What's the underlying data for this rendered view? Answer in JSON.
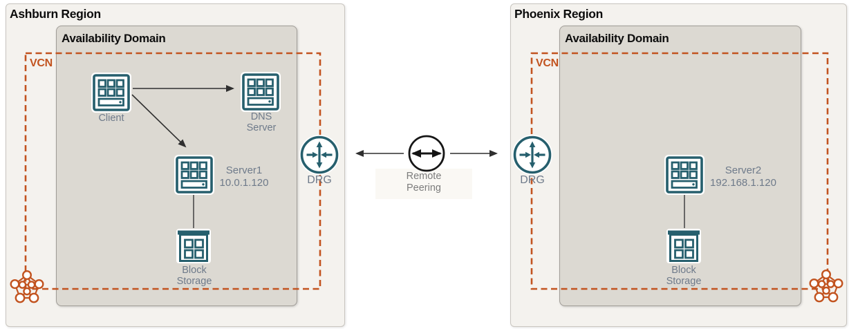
{
  "ashburn": {
    "title": "Ashburn Region",
    "availability_domain": "Availability Domain",
    "vcn": "VCN",
    "drg": "DRG",
    "client_label": "Client",
    "dns_line1": "DNS",
    "dns_line2": "Server",
    "server_name": "Server1",
    "server_ip": "10.0.1.120",
    "block_line1": "Block",
    "block_line2": "Storage"
  },
  "phoenix": {
    "title": "Phoenix Region",
    "availability_domain": "Availability Domain",
    "vcn": "VCN",
    "drg": "DRG",
    "server_name": "Server2",
    "server_ip": "192.168.1.120",
    "block_line1": "Block",
    "block_line2": "Storage"
  },
  "peering": {
    "line1": "Remote",
    "line2": "Peering"
  },
  "icons": {
    "compute": "compute-server-icon",
    "block_storage": "block-storage-icon",
    "drg": "dynamic-routing-gateway-icon",
    "vcn": "vcn-network-icon",
    "remote_peering": "remote-peering-circle-icon"
  },
  "colors": {
    "region_bg": "#f4f2ee",
    "availability_domain_bg": "#dcd9d2",
    "vcn_dash_orange": "#c2531f",
    "icon_teal": "#265f6d",
    "label_slate": "#6e7a8a",
    "arrow_dark": "#2f2f2f"
  }
}
